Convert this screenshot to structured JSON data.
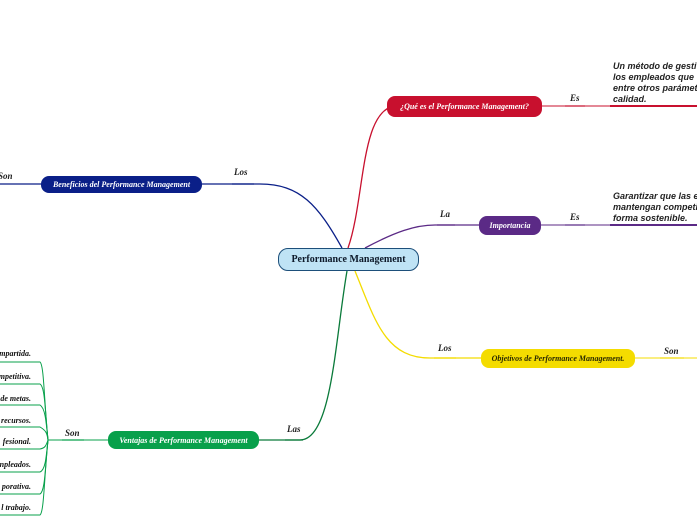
{
  "colors": {
    "central_fill": "#bfe3f5",
    "que": "#c8102e",
    "importancia": "#5b2a86",
    "objetivos": "#f4dc00",
    "beneficios": "#0a1f88",
    "ventajas": "#08a04b"
  },
  "central": {
    "label": "Performance Management"
  },
  "branches": {
    "que": {
      "connector": "",
      "label": "¿Qué es el Performance Management?",
      "child_connector": "Es",
      "description": "Un método de gesti\nlos empleados que\nentre otros parámet\ncalidad."
    },
    "importancia": {
      "connector": "La",
      "label": "Importancia",
      "child_connector": "Es",
      "description": "Garantizar que las e\nmantengan competi\nforma sostenible."
    },
    "objetivos": {
      "connector": "Los",
      "label": "Objetivos de Performance Management.",
      "child_connector": "Son"
    },
    "beneficios": {
      "connector": "Los",
      "label": "Beneficios del Performance Management",
      "child_connector": "Son"
    },
    "ventajas": {
      "connector": "Las",
      "label": "Ventajas de Performance Management",
      "child_connector": "Son",
      "leaves": [
        "mpartida.",
        "mpetitiva.",
        "de metas.",
        "recursos.",
        "fesional.",
        "npleados.",
        "porativa.",
        "l trabajo."
      ]
    }
  }
}
